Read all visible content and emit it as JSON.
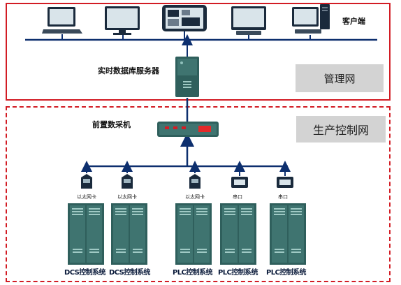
{
  "management_zone": {
    "client_label": "客户端",
    "server_label": "实时数据库服务器",
    "network_label": "管理网"
  },
  "production_zone": {
    "frontend_label": "前置数采机",
    "network_label": "生产控制网",
    "interfaces": [
      {
        "label": "以太网卡"
      },
      {
        "label": "以太网卡"
      },
      {
        "label": "以太网卡"
      },
      {
        "label": "串口"
      },
      {
        "label": "串口"
      }
    ],
    "systems": [
      {
        "label": "DCS控制系统"
      },
      {
        "label": "DCS控制系统"
      },
      {
        "label": "PLC控制系统"
      },
      {
        "label": "PLC控制系统"
      },
      {
        "label": "PLC控制系统"
      }
    ]
  },
  "colors": {
    "zone_border": "#d21c24",
    "cabinet": "#2f5f5c",
    "wire": "#0d2f6e"
  }
}
